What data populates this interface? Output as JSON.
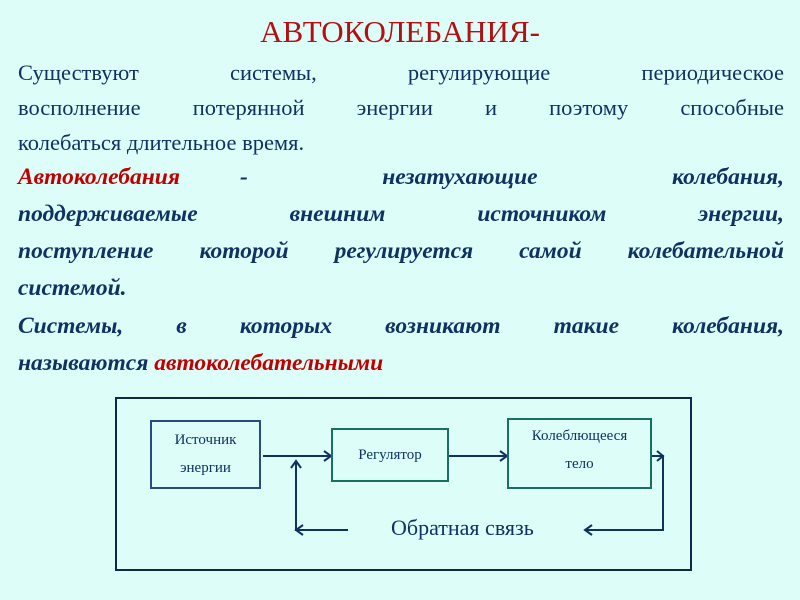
{
  "title": "АВТОКОЛЕБАНИЯ-",
  "paragraph1": {
    "lines": [
      "Существуют системы, регулирующие периодическое",
      "восполнение потерянной энергии и поэтому способные",
      "колебаться длительное время."
    ]
  },
  "paragraph2": {
    "term": "Автоколебания",
    "line1_rest": "- незатухающие колебания,",
    "lines": [
      "поддерживаемые внешним источником энергии,",
      "поступление которой регулируется самой колебательной",
      "системой."
    ]
  },
  "paragraph3": {
    "line1": "Системы, в которых возникают такие колебания,",
    "line2_prefix": "называются ",
    "line2_term": "автоколебательными"
  },
  "diagram": {
    "source_line1": "Источник",
    "source_line2": "энергии",
    "regulator": "Регулятор",
    "body_line1": "Колеблющееся",
    "body_line2": "тело",
    "feedback": "Обратная связь"
  }
}
